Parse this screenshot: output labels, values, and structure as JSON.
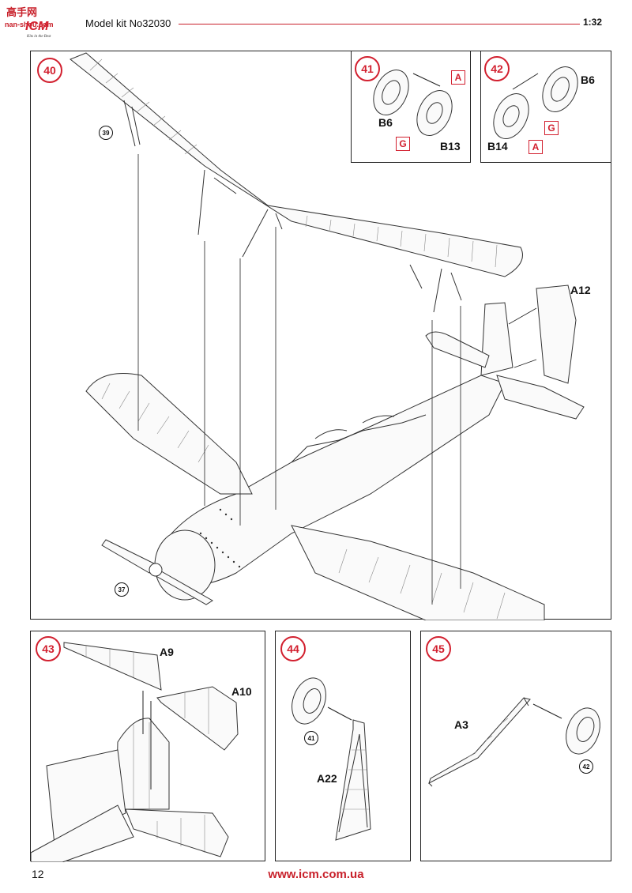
{
  "header": {
    "logo_text": "高手网",
    "logo_brand": "ICM",
    "logo_url": "nan-shou.com",
    "logo_slogan": "Kits in the Best",
    "kit_title": "Model kit No32030",
    "scale": "1:32"
  },
  "steps": {
    "s40": {
      "number": "40",
      "parts": {
        "a12": "A12"
      },
      "refs": {
        "r39": "39",
        "r37": "37"
      }
    },
    "s41": {
      "number": "41",
      "parts": {
        "b6": "B6",
        "b13": "B13"
      },
      "paints": {
        "a": "A",
        "g": "G"
      }
    },
    "s42": {
      "number": "42",
      "parts": {
        "b6": "B6",
        "b14": "B14"
      },
      "paints": {
        "a": "A",
        "g": "G"
      }
    },
    "s43": {
      "number": "43",
      "parts": {
        "a9": "A9",
        "a10": "A10"
      }
    },
    "s44": {
      "number": "44",
      "parts": {
        "a22": "A22"
      },
      "refs": {
        "r41": "41"
      }
    },
    "s45": {
      "number": "45",
      "parts": {
        "a3": "A3"
      },
      "refs": {
        "r42": "42"
      }
    }
  },
  "footer": {
    "page_number": "12",
    "website": "www.icm.com.ua"
  },
  "colors": {
    "accent_red": "#d2202f",
    "line": "#222222"
  }
}
